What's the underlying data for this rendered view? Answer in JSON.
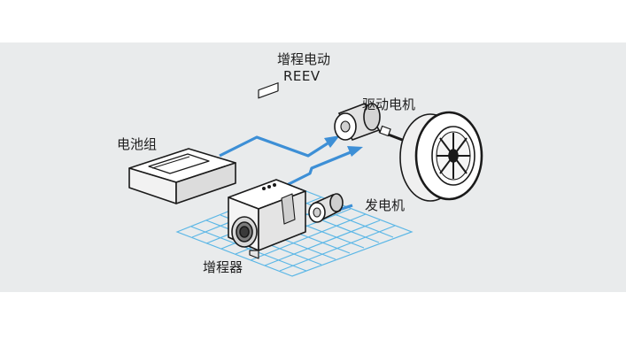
{
  "diagram": {
    "title_zh": "增程电动",
    "title_en": "REEV",
    "labels": {
      "drive_motor": "驱动电机",
      "battery_pack": "电池组",
      "generator": "发电机",
      "range_extender": "增程器"
    }
  },
  "colors": {
    "background_band": "#e9ebec",
    "flow_line": "#3d8fd6",
    "grid_line": "#5cb7e6",
    "outline": "#1a1a1a"
  }
}
